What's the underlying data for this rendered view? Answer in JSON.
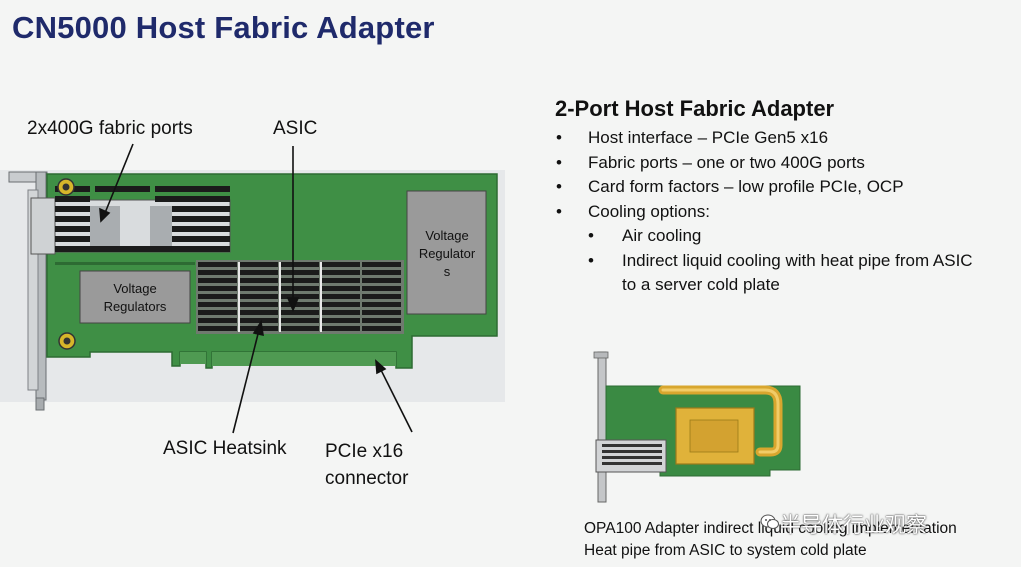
{
  "title": "CN5000 Host Fabric Adapter",
  "labels": {
    "fabric_ports": "2x400G fabric ports",
    "asic": "ASIC",
    "asic_heatsink": "ASIC Heatsink",
    "pcie_line1": "PCIe x16",
    "pcie_line2": "connector",
    "vr_left_line1": "Voltage",
    "vr_left_line2": "Regulators",
    "vr_right_line1": "Voltage",
    "vr_right_line2": "Regulator",
    "vr_right_line3": "s"
  },
  "right_panel": {
    "heading": "2-Port Host Fabric Adapter",
    "bullets": [
      "Host interface – PCIe Gen5 x16",
      "Fabric ports – one or two 400G ports",
      "Card form factors – low profile PCIe, OCP",
      "Cooling options:"
    ],
    "sub_bullets": [
      "Air cooling",
      "Indirect liquid cooling with heat pipe from ASIC",
      "to a server cold plate"
    ]
  },
  "caption": {
    "line1": "OPA100 Adapter indirect liquid cooling implementation",
    "line2": "Heat pipe from ASIC to system cold plate"
  },
  "watermark": "半导体行业观察",
  "colors": {
    "title": "#1f2a6b",
    "pcb": "#3f8f45",
    "pcb_dark": "#2d6b33",
    "heatsink": "#1b1b1b",
    "regulator": "#9a9a9a",
    "copper_plate": "#e0b23a"
  }
}
